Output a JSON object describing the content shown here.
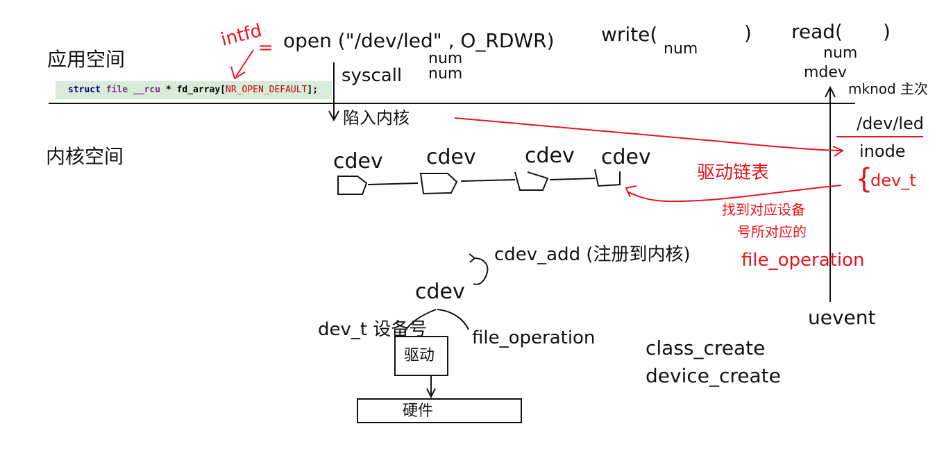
{
  "labels": {
    "user_space": "应用空间",
    "kernel_space": "内核空间",
    "intfd": "intfd",
    "open_call": "open (\"/dev/led\" , O_RDWR)",
    "write_call": "write(",
    "write_close": ")",
    "read_call": "read(",
    "read_close": ")",
    "num_open_1": "num",
    "num_open_2": "num",
    "num_write": "num",
    "num_read": "num",
    "mdev": "mdev",
    "mknod": "mknod 主次",
    "syscall": "syscall",
    "trap_kernel": "陷入内核",
    "dev_led": "/dev/led",
    "inode": "inode",
    "brace": "{",
    "dev_t": "dev_t",
    "cdev_list_1": "cdev",
    "cdev_list_2": "cdev",
    "cdev_list_3": "cdev",
    "cdev_list_4": "cdev",
    "driver_link": "驱动链表",
    "find_device_1": "找到对应设备",
    "find_device_2": "号所对应的",
    "file_operation_red": "file_operation",
    "cdev_add": "cdev_add (注册到内核)",
    "cdev_center": "cdev",
    "dev_t_number": "dev_t 设备号",
    "file_operation_black": "file_operation",
    "driver_box": "驱动",
    "hardware_box": "硬件",
    "uevent": "uevent",
    "class_create": "class_create",
    "device_create": "device_create"
  },
  "code": {
    "keyword": "struct",
    "type": "file",
    "qualifier": "__rcu",
    "star": "*",
    "ident": "fd_array[",
    "macro": "NR_OPEN_DEFAULT",
    "tail": "];"
  },
  "colors": {
    "ink": "#111111",
    "annotation_red": "#e8141c",
    "code_bg": "#d9ecd9"
  }
}
